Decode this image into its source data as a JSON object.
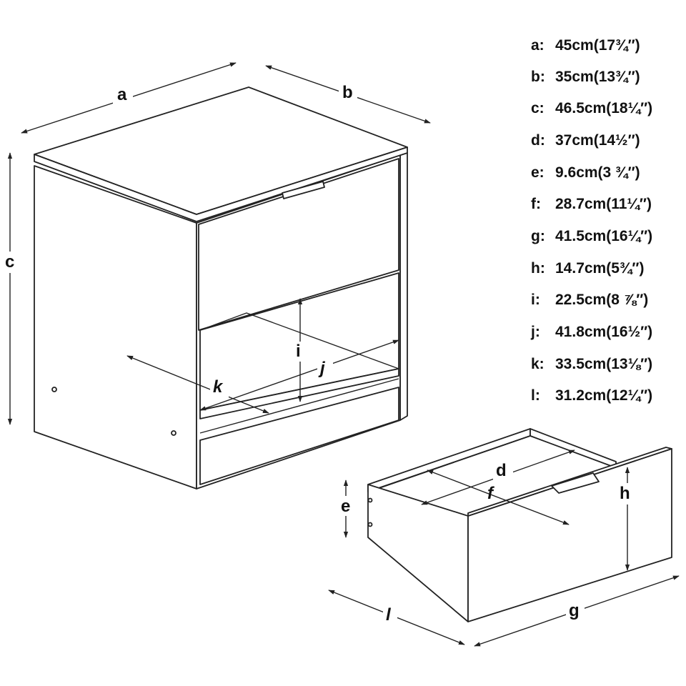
{
  "dimension_labels": {
    "a": "a",
    "b": "b",
    "c": "c",
    "d": "d",
    "e": "e",
    "f": "f",
    "g": "g",
    "h": "h",
    "i": "i",
    "j": "j",
    "k": "k",
    "l": "l"
  },
  "legend": [
    {
      "key": "a:",
      "value": "45cm(17¾″)"
    },
    {
      "key": "b:",
      "value": "35cm(13¾″)"
    },
    {
      "key": "c:",
      "value": "46.5cm(18¼″)"
    },
    {
      "key": "d:",
      "value": "37cm(14½″)"
    },
    {
      "key": "e:",
      "value": "9.6cm(3 ¾″)"
    },
    {
      "key": "f:",
      "value": "28.7cm(11¼″)"
    },
    {
      "key": "g:",
      "value": "41.5cm(16¼″)"
    },
    {
      "key": "h:",
      "value": "14.7cm(5¾″)"
    },
    {
      "key": "i:",
      "value": "22.5cm(8 ⅞″)"
    },
    {
      "key": "j:",
      "value": "41.8cm(16½″)"
    },
    {
      "key": "k:",
      "value": "33.5cm(13⅛″)"
    },
    {
      "key": "l:",
      "value": "31.2cm(12¼″)"
    }
  ]
}
